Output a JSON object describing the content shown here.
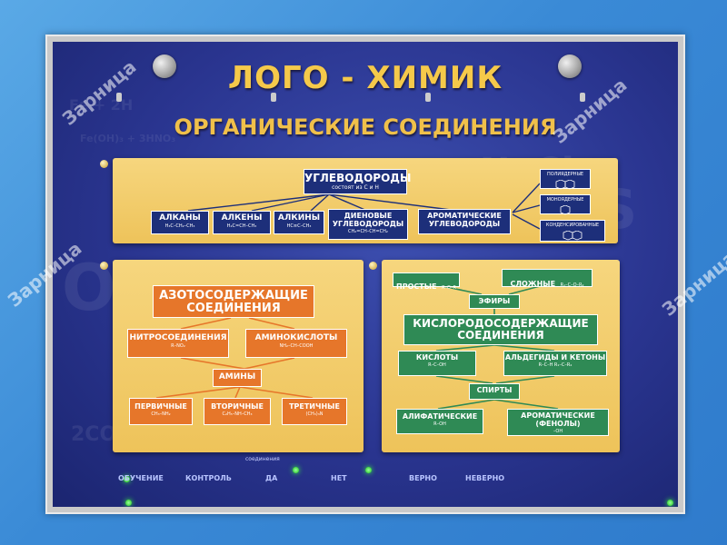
{
  "header": {
    "title": "ЛОГО - ХИМИК",
    "subtitle": "ОРГАНИЧЕСКИЕ СОЕДИНЕНИЯ"
  },
  "hydro": {
    "main": "УГЛЕВОДОРОДЫ",
    "main_sub": "состоят из С и Н",
    "alkany": "АЛКАНЫ",
    "alkany_f": "H₃C–CH₂–CH₃",
    "alkeny": "АЛКЕНЫ",
    "alkeny_f": "H₂C=CH–CH₃",
    "alkiny": "АЛКИНЫ",
    "alkiny_f": "HC≡C–CH₃",
    "dieny": "ДИЕНОВЫЕ УГЛЕВОДОРОДЫ",
    "dieny_f": "CH₂=CH–CH=CH₂",
    "arom": "АРОМАТИЧЕСКИЕ УГЛЕВОДОРОДЫ",
    "poly": "ПОЛИЯДЕРНЫЕ",
    "mono": "МОНОЯДЕРНЫЕ",
    "kond": "КОНДЕНСИРОВАННЫЕ"
  },
  "nitro": {
    "main": "АЗОТОСОДЕРЖАЩИЕ СОЕДИНЕНИЯ",
    "nitrosoed": "НИТРОСОЕДИНЕНИЯ",
    "nitrosoed_f": "R–NO₂",
    "aminokisl": "АМИНОКИСЛОТЫ",
    "aminokisl_f": "NH₂–CH–COOH",
    "aminy": "АМИНЫ",
    "perv": "ПЕРВИЧНЫЕ",
    "perv_f": "CH₃–NH₂",
    "vtor": "ВТОРИЧНЫЕ",
    "vtor_f": "C₂H₅–NH–CH₃",
    "tret": "ТРЕТИЧНЫЕ",
    "tret_f": "(CH₃)₃N"
  },
  "oxy": {
    "prostye": "ПРОСТЫЕ",
    "prostye_f": "R–O–R",
    "slozhnye": "СЛОЖНЫЕ",
    "slozhnye_f": "R₁–C–O–R₂",
    "efiry": "ЭФИРЫ",
    "main": "КИСЛОРОДОСОДЕРЖАЩИЕ СОЕДИНЕНИЯ",
    "kisloty": "КИСЛОТЫ",
    "kisloty_f": "R–C–OH",
    "aldket": "АЛЬДЕГИДЫ И КЕТОНЫ",
    "aldket_f": "R–C–H   R₁–C–R₂",
    "spirty": "СПИРТЫ",
    "alif": "АЛИФАТИЧЕСКИЕ",
    "alif_f": "R–OH",
    "aromsp": "АРОМАТИЧЕСКИЕ (ФЕНОЛЫ)",
    "aromsp_f": "–OH"
  },
  "controls": {
    "soedineniya": "соединения",
    "obuchenie": "ОБУЧЕНИЕ",
    "kontrol": "КОНТРОЛЬ",
    "da": "ДА",
    "net": "НЕТ",
    "verno": "ВЕРНО",
    "neverno": "НЕВЕРНО"
  },
  "watermarks": [
    "Зарница",
    "Зарница",
    "Зарница",
    "Зарница"
  ]
}
